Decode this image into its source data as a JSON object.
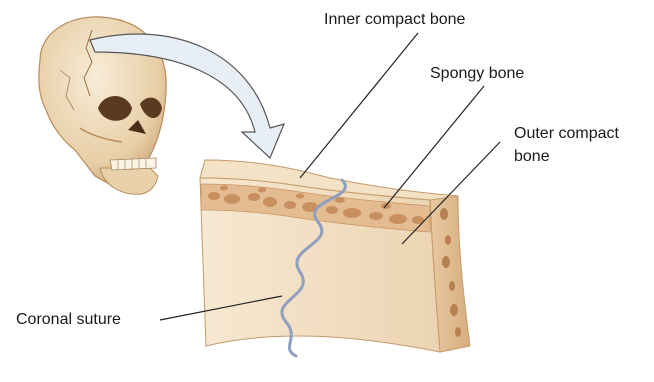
{
  "labels": {
    "inner_compact": "Inner compact bone",
    "spongy": "Spongy bone",
    "outer_compact_line1": "Outer compact",
    "outer_compact_line2": "bone",
    "coronal_suture": "Coronal suture"
  },
  "colors": {
    "bone_face": "#f2dfc2",
    "bone_shadow": "#d9b98f",
    "spongy_fill": "#e3b98f",
    "pore": "#c98f5f",
    "suture": "#8f9fbf",
    "arrow_fill": "#e8eef5",
    "arrow_stroke": "#555555",
    "leader": "#222222"
  }
}
